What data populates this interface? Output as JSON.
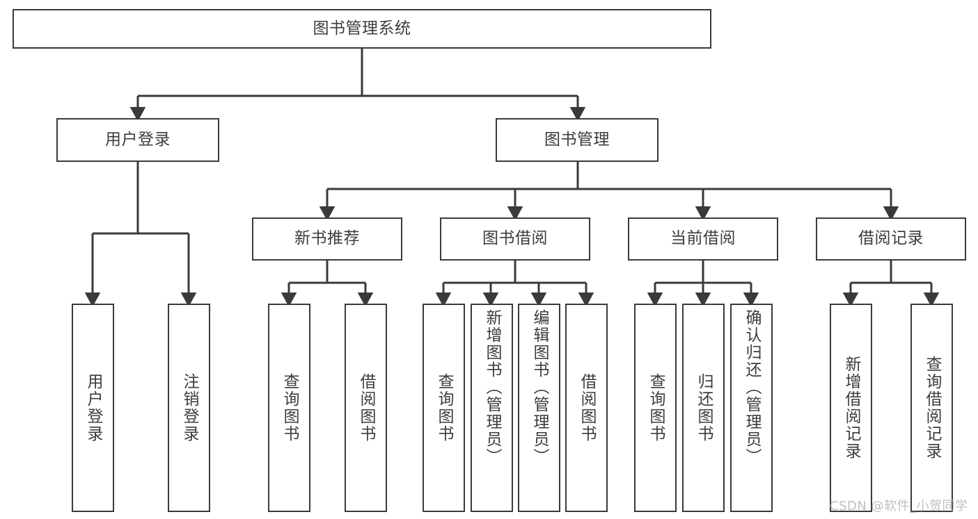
{
  "diagram": {
    "title": "图书管理系统",
    "line_color": "#3a3a3a",
    "text_color": "#3c3c3c",
    "background": "#ffffff",
    "levels": {
      "root": {
        "label": "图书管理系统"
      },
      "level2": [
        {
          "label": "用户登录"
        },
        {
          "label": "图书管理"
        }
      ],
      "level3": [
        {
          "label": "新书推荐"
        },
        {
          "label": "图书借阅"
        },
        {
          "label": "当前借阅"
        },
        {
          "label": "借阅记录"
        }
      ],
      "leaves_user_login": [
        {
          "label": "用户登录"
        },
        {
          "label": "注销登录"
        }
      ],
      "leaves_new_book": [
        {
          "label": "查询图书"
        },
        {
          "label": "借阅图书"
        }
      ],
      "leaves_borrow": [
        {
          "label": "查询图书"
        },
        {
          "label": "新增图书（管理员）"
        },
        {
          "label": "编辑图书（管理员）"
        },
        {
          "label": "借阅图书"
        }
      ],
      "leaves_current": [
        {
          "label": "查询图书"
        },
        {
          "label": "归还图书"
        },
        {
          "label": "确认归还（管理员）"
        }
      ],
      "leaves_records": [
        {
          "label": "新增借阅记录"
        },
        {
          "label": "查询借阅记录"
        }
      ]
    }
  },
  "watermark": {
    "text": "CSDN @软件_小贺同学"
  }
}
